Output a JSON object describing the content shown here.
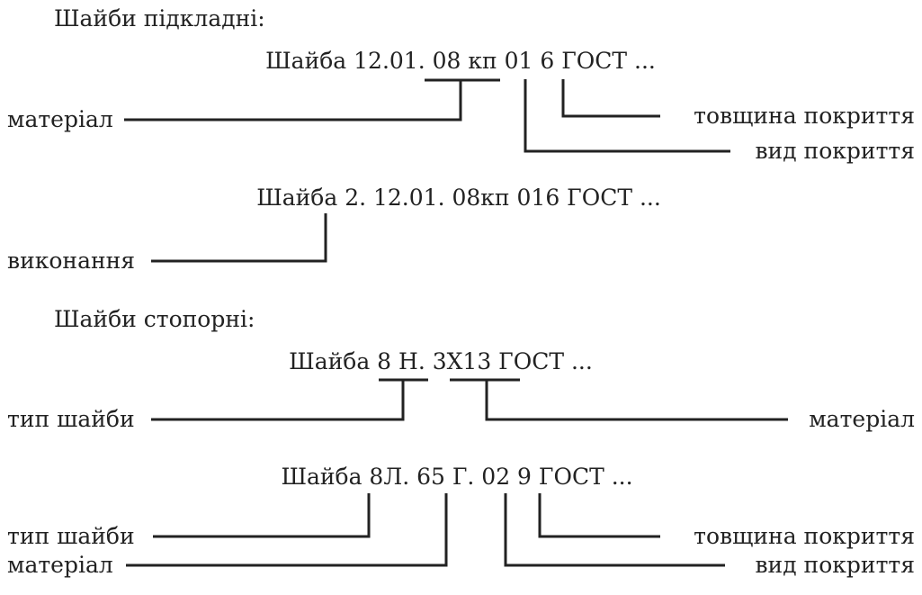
{
  "section_washers_pad": "Шайби підкладні:",
  "designation_1": "Шайба 12.01. 08 кп 01 6 ГОСТ ...",
  "designation_2": "Шайба  2. 12.01. 08кп  016  ГОСТ ...",
  "section_washers_lock": "Шайби стопорні:",
  "designation_3": "Шайба 8 Н. 3Х13 ГОСТ ...",
  "designation_4": "Шайба 8Л. 65 Г. 02 9 ГОСТ ...",
  "labels": {
    "material": "матеріал",
    "coating_thickness": "товщина покриття",
    "coating_type": "вид покриття",
    "execution": "виконання",
    "washer_type": "тип шайби"
  },
  "colors": {
    "ink": "#222222",
    "background": "#ffffff"
  }
}
